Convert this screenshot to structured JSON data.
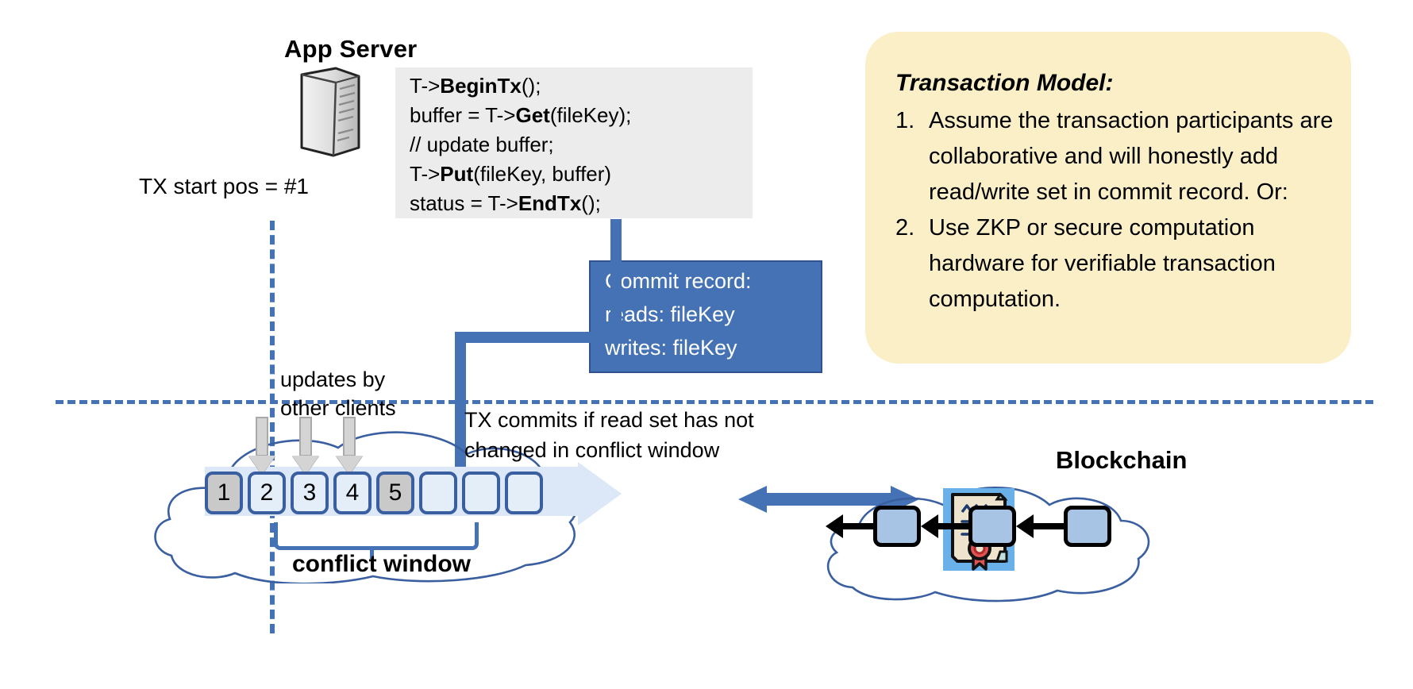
{
  "app_server": {
    "title": "App Server",
    "icon": "server-tower-icon",
    "code_lines": [
      {
        "pre": "T->",
        "bold": "BeginTx",
        "post": "();"
      },
      {
        "pre": "buffer = T->",
        "bold": "Get",
        "post": "(fileKey);"
      },
      {
        "pre": "// update buffer;",
        "bold": "",
        "post": ""
      },
      {
        "pre": "T->",
        "bold": "Put",
        "post": "(fileKey, buffer)"
      },
      {
        "pre": "status = T->",
        "bold": "EndTx",
        "post": "();"
      }
    ]
  },
  "tx_start_label": "TX start pos = #1",
  "commit_record": {
    "title": "Commit record:",
    "reads": "reads: fileKey",
    "writes": "writes: fileKey",
    "bg_color": "#4472b4"
  },
  "transaction_model": {
    "title": "Transaction Model:",
    "bg_color": "#fbefc8",
    "items": [
      {
        "num": "1.",
        "text": "Assume the transaction participants are collaborative and will honestly add read/write set in commit record.  Or:"
      },
      {
        "num": "2.",
        "text": "Use ZKP or secure computation hardware for verifiable transaction computation."
      }
    ]
  },
  "log": {
    "updates_label_line1": "updates by",
    "updates_label_line2": "other clients",
    "commit_label_line1": "TX commits if read set has not",
    "commit_label_line2": "changed in conflict window",
    "conflict_window_label": "conflict window",
    "slots": [
      {
        "label": "1",
        "filled": true
      },
      {
        "label": "2",
        "filled": false
      },
      {
        "label": "3",
        "filled": false
      },
      {
        "label": "4",
        "filled": false
      },
      {
        "label": "5",
        "filled": true
      },
      {
        "label": "",
        "filled": false
      },
      {
        "label": "",
        "filled": false
      },
      {
        "label": "",
        "filled": false
      }
    ],
    "accent_color": "#4472b4",
    "slot_border_color": "#3a5fa0",
    "filled_color": "#c9c9c9"
  },
  "blockchain": {
    "label": "Blockchain",
    "certificate_icon": "certificate-seal-icon",
    "block_count": 3
  }
}
